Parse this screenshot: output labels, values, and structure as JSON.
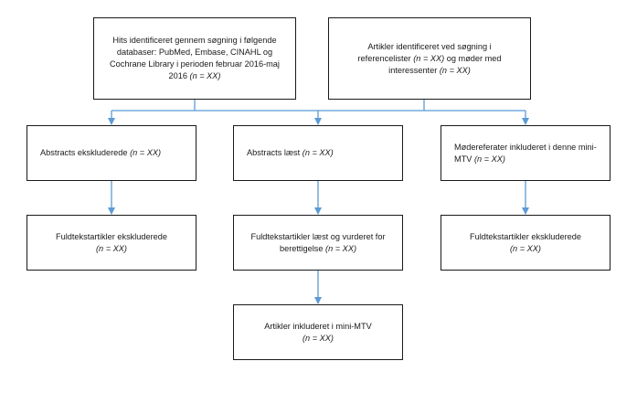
{
  "diagram": {
    "boxes": {
      "top_left": {
        "lines": [
          {
            "text": "Hits identificeret gennem søgning i følgende"
          },
          {
            "text": "databaser: PubMed, Embase, CINAHL og"
          },
          {
            "text": "Cochrane Library i perioden februar 2016-maj"
          },
          {
            "text": "2016 ",
            "n": "(n = XX)"
          }
        ]
      },
      "top_right": {
        "lines": [
          {
            "text": "Artikler identificeret ved søgning i"
          },
          {
            "text": "referencelister ",
            "n": "(n = XX)",
            "after": " og møder med"
          },
          {
            "text": "interessenter ",
            "n": "(n = XX)"
          }
        ]
      },
      "abstracts_excluded": {
        "lines": [
          {
            "text": "Abstracts ekskluderede ",
            "n": "(n = XX)"
          }
        ]
      },
      "abstracts_read": {
        "lines": [
          {
            "text": "Abstracts læst ",
            "n": "(n = XX)"
          }
        ]
      },
      "meeting_refs": {
        "lines": [
          {
            "text": "Mødereferater inkluderet i denne mini-"
          },
          {
            "text": "MTV ",
            "n": "(n = XX)"
          }
        ]
      },
      "fulltext_excluded_left": {
        "lines": [
          {
            "text": "Fuldtekstartikler ekskluderede"
          },
          {
            "text": "",
            "n": "(n = XX)"
          }
        ]
      },
      "fulltext_read": {
        "lines": [
          {
            "text": "Fuldtekstartikler læst og vurderet for"
          },
          {
            "text": "berettigelse ",
            "n": "(n = XX)"
          }
        ]
      },
      "fulltext_excluded_right": {
        "lines": [
          {
            "text": "Fuldtekstartikler ekskluderede"
          },
          {
            "text": "",
            "n": "(n = XX)"
          }
        ]
      },
      "included": {
        "lines": [
          {
            "text": "Artikler inkluderet i mini-MTV"
          },
          {
            "text": "",
            "n": "(n = XX)"
          }
        ]
      }
    },
    "colors": {
      "arrow": "#5b9bd5",
      "border": "#1a1a1a"
    }
  }
}
